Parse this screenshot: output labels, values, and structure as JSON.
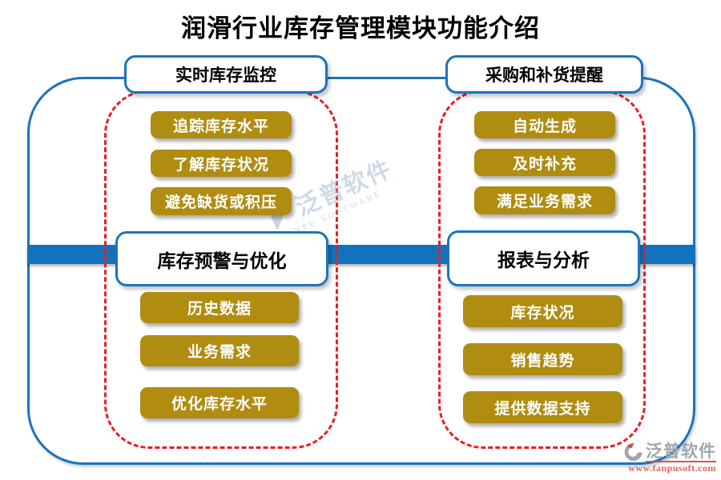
{
  "title": "润滑行业库存管理模块功能介绍",
  "sections": [
    {
      "id": "realtime-monitoring",
      "label": "实时库存监控",
      "items": [
        "追踪库存水平",
        "了解库存状况",
        "避免缺货或积压"
      ]
    },
    {
      "id": "purchase-replenishment-reminder",
      "label": "采购和补货提醒",
      "items": [
        "自动生成",
        "及时补充",
        "满足业务需求"
      ]
    },
    {
      "id": "inventory-warning-optimization",
      "label": "库存预警与优化",
      "items": [
        "历史数据",
        "业务需求",
        "优化库存水平"
      ]
    },
    {
      "id": "reports-analysis",
      "label": "报表与分析",
      "items": [
        "库存状况",
        "销售趋势",
        "提供数据支持"
      ]
    }
  ],
  "watermark": {
    "glyph": "◤",
    "brand": "泛普软件",
    "subtitle": "FANPU SOFTWARE"
  },
  "brand": {
    "name": "泛普软件",
    "url": "www.fanpusoft.com"
  },
  "colors": {
    "frame_blue": "#1B74BB",
    "band_blue": "#1372BD",
    "dashed_red": "#EC1C24",
    "chip_gold": "#B08C10",
    "chip_text": "#FFFFFF",
    "title_text": "#000000",
    "logo_gray": "#9EA6AD",
    "logo_url_red": "#E4645A"
  }
}
